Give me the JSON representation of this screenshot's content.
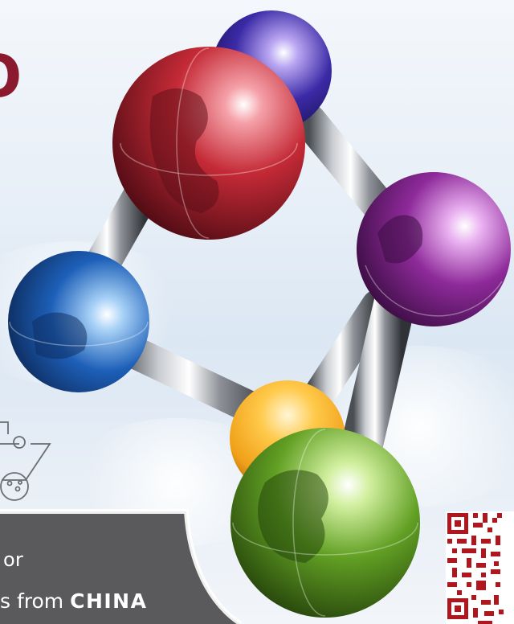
{
  "logo": {
    "fragment": "O"
  },
  "caption": {
    "line1": "or",
    "line2_prefix": "s from ",
    "line2_emphasis": "CHINA"
  },
  "colors": {
    "brand": "#8c1a2e",
    "banner": "#5a5a5c",
    "qr": "#b0161e",
    "sphere_red": "#c42a36",
    "sphere_blue_top": "#3b2aa6",
    "sphere_purple": "#8e2a9a",
    "sphere_blue_left": "#1d5fb8",
    "sphere_orange": "#f0a018",
    "sphere_green": "#62a024"
  },
  "icons": {
    "molecule": "molecule-network-icon",
    "flask": "flask-outline-icon",
    "qr": "qr-code-icon"
  }
}
